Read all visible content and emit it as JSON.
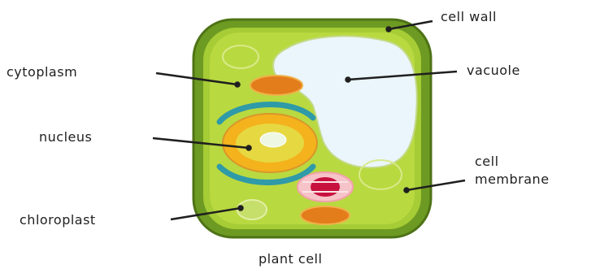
{
  "diagram": {
    "labels": {
      "cell_wall": "cell wall",
      "vacuole": "vacuole",
      "cytoplasm": "cytoplasm",
      "nucleus": "nucleus",
      "cell_membrane_line1": "cell",
      "cell_membrane_line2": "membrane",
      "chloroplast": "chloroplast"
    },
    "caption": "plant cell"
  }
}
